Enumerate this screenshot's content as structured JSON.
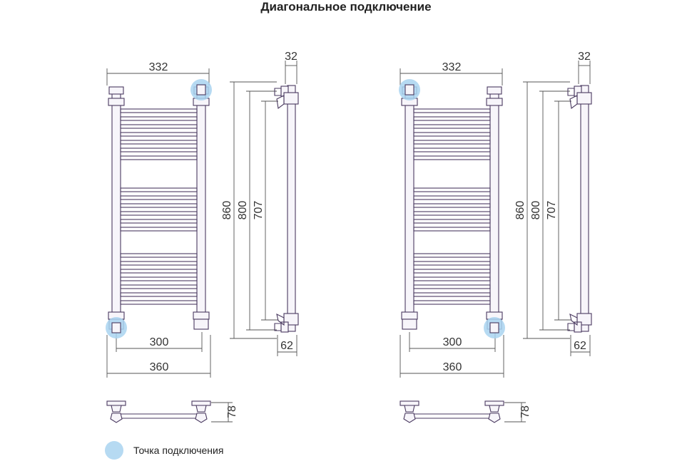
{
  "title": "Диагональное подключение",
  "dims": {
    "top_width": "332",
    "axis_width": "300",
    "total_width": "360",
    "total_height": "860",
    "mid_height": "800",
    "axis_height": "707",
    "depth_top": "32",
    "depth_bottom": "62",
    "bottom_depth": "78"
  },
  "legend": {
    "label": "Точка подключения"
  },
  "colors": {
    "connection_point": "#a9d4f0",
    "pipe": "#4a3a60"
  }
}
